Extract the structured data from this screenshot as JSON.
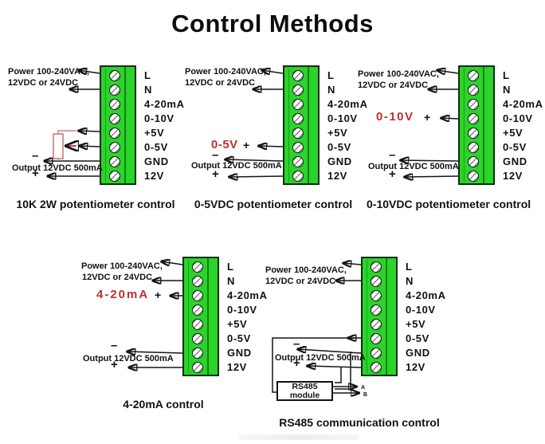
{
  "title": "Control Methods",
  "terminal_labels": [
    "L",
    "N",
    "4-20mA",
    "0-10V",
    "+5V",
    "0-5V",
    "GND",
    "12V"
  ],
  "shared": {
    "power_line1": "Power 100-240VAC,",
    "power_line2": "12VDC or 24VDC",
    "output_label": "Output 12VDC 500mA",
    "minus": "–",
    "plus": "+"
  },
  "diagrams": [
    {
      "caption": "10K 2W potentiometer control"
    },
    {
      "caption": "0-5VDC potentiometer control",
      "signal_label": "0-5V",
      "signal_plus": "+"
    },
    {
      "caption": "0-10VDC potentiometer control",
      "signal_label": "0-10V",
      "signal_plus": "+"
    },
    {
      "caption": "4-20mA control",
      "signal_label": "4-20mA",
      "signal_plus": "+"
    },
    {
      "caption": "RS485 communication control",
      "module_line1": "RS485",
      "module_line2": "module",
      "line_a": "A",
      "line_b": "B"
    }
  ],
  "colors": {
    "block_green": "#2bd32b",
    "block_border": "#0c2e0c",
    "divider_green": "#0c860c",
    "signal_red": "#c03030",
    "pot_red": "#d07878",
    "wire_black": "#151515"
  }
}
